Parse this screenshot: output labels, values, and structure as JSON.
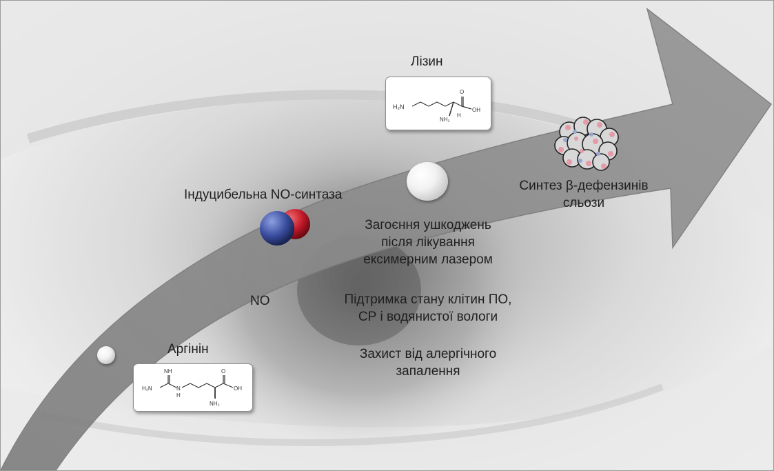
{
  "labels": {
    "lysine": "Лізин",
    "inos": "Індуцибельна NO-синтаза",
    "synthesis_line1": "Синтез β-дефензинів",
    "synthesis_line2": "сльози",
    "healing_line1": "Загоєння ушкоджень",
    "healing_line2": "після лікування",
    "healing_line3": "ексимерним лазером",
    "no": "NO",
    "support_line1": "Підтримка стану клітин ПО,",
    "support_line2": "СР і водянистої вологи",
    "protection_line1": "Захист від алергічного",
    "protection_line2": "запалення",
    "arginine": "Аргінін"
  },
  "structures": {
    "lysine": {
      "nh2": "H₂N",
      "cooh_o": "O",
      "cooh_oh": "OH",
      "amino": "NH₂",
      "h": "H"
    },
    "arginine": {
      "nh": "NH",
      "h2n": "H₂N",
      "n_h": "N",
      "h": "H",
      "cooh_o": "O",
      "cooh_oh": "OH",
      "amino": "NH₂"
    }
  },
  "colors": {
    "arrow": "#8c8c8c",
    "no_nitrogen": "#3a4ea0",
    "no_oxygen": "#c01828",
    "text": "#1e1e1e"
  },
  "icons": [
    "eye-photo-background",
    "curved-arrow",
    "no-molecule-icon",
    "protein-structure-icon",
    "step-marker"
  ]
}
